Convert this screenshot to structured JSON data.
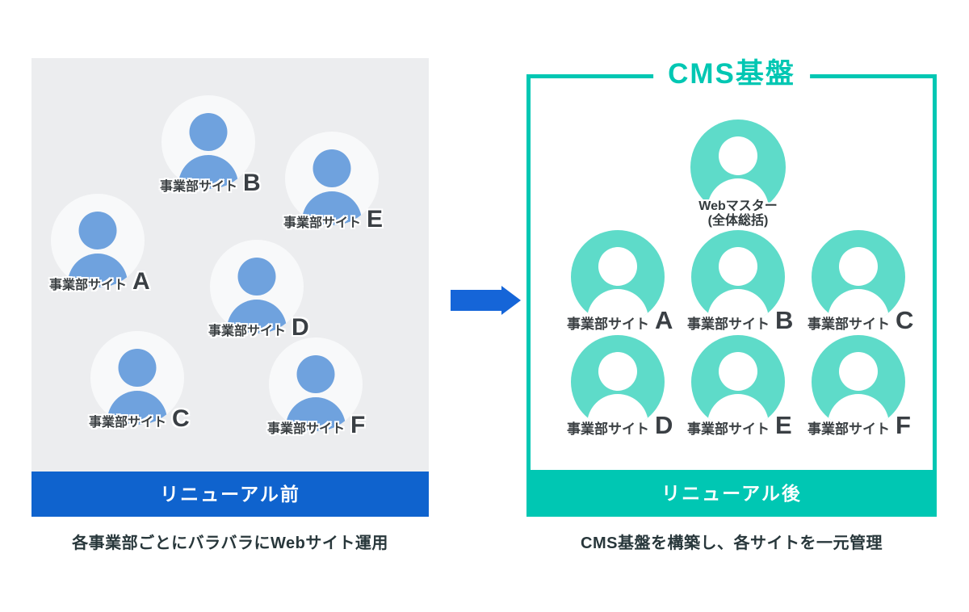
{
  "left_panel": {
    "bar_label": "リニューアル前",
    "caption": "各事業部ごとにバラバラにWebサイト運用",
    "sites": [
      {
        "prefix": "事業部サイト",
        "letter": "B"
      },
      {
        "prefix": "事業部サイト",
        "letter": "E"
      },
      {
        "prefix": "事業部サイト",
        "letter": "A"
      },
      {
        "prefix": "事業部サイト",
        "letter": "D"
      },
      {
        "prefix": "事業部サイト",
        "letter": "C"
      },
      {
        "prefix": "事業部サイト",
        "letter": "F"
      }
    ]
  },
  "right_panel": {
    "title": "CMS基盤",
    "webmaster": {
      "name": "Webマスター",
      "role": "(全体総括)"
    },
    "sites": [
      {
        "prefix": "事業部サイト",
        "letter": "A"
      },
      {
        "prefix": "事業部サイト",
        "letter": "B"
      },
      {
        "prefix": "事業部サイト",
        "letter": "C"
      },
      {
        "prefix": "事業部サイト",
        "letter": "D"
      },
      {
        "prefix": "事業部サイト",
        "letter": "E"
      },
      {
        "prefix": "事業部サイト",
        "letter": "F"
      }
    ],
    "bar_label": "リニューアル後",
    "caption": "CMS基盤を構築し、各サイトを一元管理"
  },
  "colors": {
    "before_bar_blue": "#0F63CE",
    "after_teal": "#00C7B3",
    "person_blue": "#6FA2DE",
    "person_teal": "#5EDBC9",
    "panel_gray": "#ECEDEF",
    "arrow_blue": "#1565D8",
    "caption_text": "#28373B"
  }
}
